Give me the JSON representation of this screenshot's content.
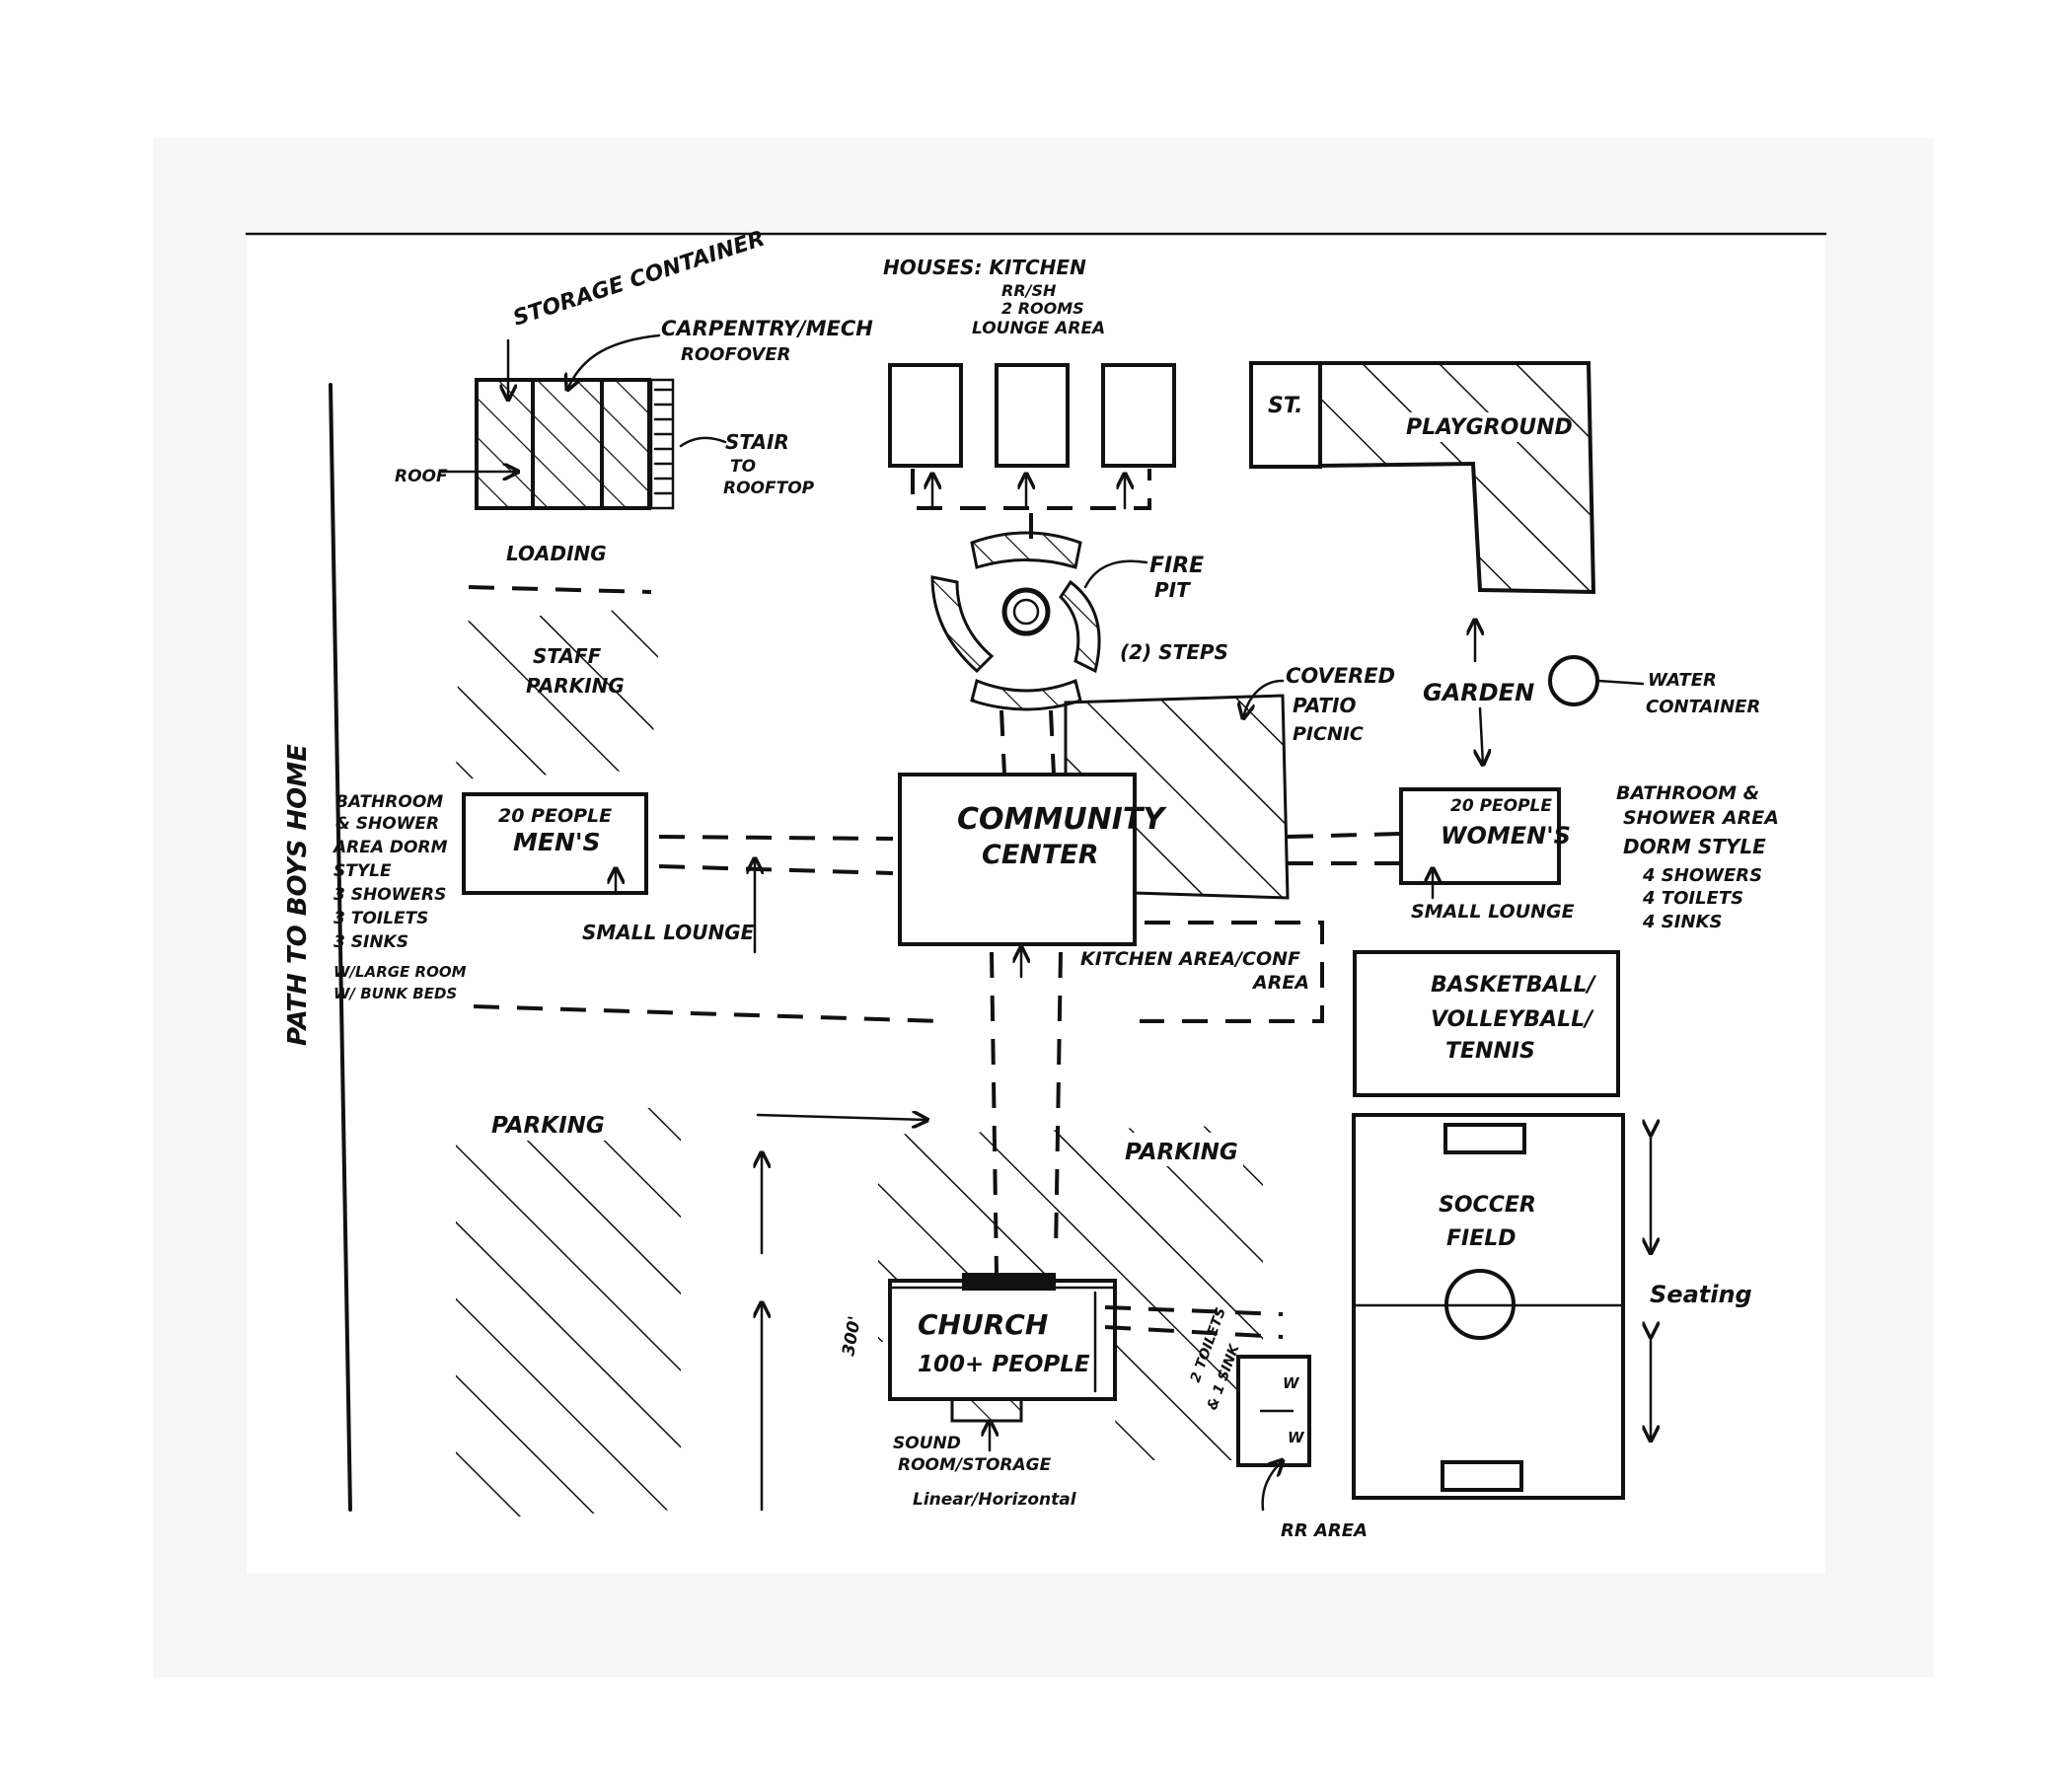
{
  "plan": {
    "path_label": "PATH TO BOYS HOME",
    "storage_container": "STORAGE CONTAINER",
    "carpentry": [
      "CARPENTRY/MECH",
      "ROOFOVER"
    ],
    "roof": "ROOF",
    "stair": [
      "STAIR",
      "TO",
      "ROOFTOP"
    ],
    "loading": "LOADING",
    "staff_parking": [
      "STAFF",
      "PARKING"
    ],
    "houses": [
      "HOUSES: KITCHEN",
      "RR/SH",
      "2 ROOMS",
      "LOUNGE AREA"
    ],
    "st": "ST.",
    "playground": "PLAYGROUND",
    "fire_pit": [
      "FIRE",
      "PIT"
    ],
    "steps": "(2) STEPS",
    "covered_patio": [
      "COVERED",
      "PATIO",
      "PICNIC"
    ],
    "garden": "GARDEN",
    "water_container": [
      "WATER",
      "CONTAINER"
    ],
    "mens_note": [
      "BATHROOM",
      "& SHOWER",
      "AREA DORM",
      "STYLE",
      "3 SHOWERS",
      "3 TOILETS",
      "3 SINKS",
      "W/LARGE ROOM",
      "W/ BUNK BEDS"
    ],
    "mens_capacity": "20 PEOPLE",
    "mens": "MEN'S",
    "small_lounge_left": "SMALL LOUNGE",
    "community_center": [
      "COMMUNITY",
      "CENTER"
    ],
    "womens_capacity": "20 PEOPLE",
    "womens": "WOMEN'S",
    "small_lounge_right": "SMALL LOUNGE",
    "womens_note": [
      "BATHROOM &",
      "SHOWER AREA",
      "DORM STYLE",
      "4 SHOWERS",
      "4 TOILETS",
      "4 SINKS"
    ],
    "kitchen_area": [
      "KITCHEN AREA/CONF",
      "AREA"
    ],
    "courts": [
      "BASKETBALL/",
      "VOLLEYBALL/",
      "TENNIS"
    ],
    "parking_left": "PARKING",
    "parking_right": "PARKING",
    "soccer": [
      "SOCCER",
      "FIELD"
    ],
    "seating": "Seating",
    "church": [
      "CHURCH",
      "100+ PEOPLE"
    ],
    "church_dim": "300'",
    "sound_room": [
      "SOUND",
      "ROOM/STORAGE"
    ],
    "linear": "Linear/Horizontal",
    "toilets": [
      "2 TOILETS",
      "& 1 SINK"
    ],
    "w_top": "W",
    "w_bottom": "W",
    "rr_area": "RR AREA"
  }
}
